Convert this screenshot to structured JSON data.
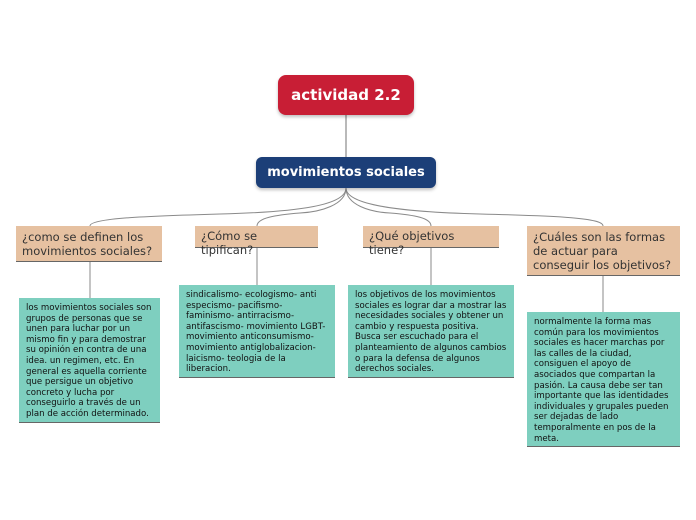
{
  "colors": {
    "root": "#c81e35",
    "main": "#1c3f78",
    "topic": "#e6c1a1",
    "leaf": "#7ecfbf",
    "line": "#8a8a8a"
  },
  "root": {
    "text": "actividad 2.2"
  },
  "main": {
    "text": "movimientos sociales"
  },
  "branches": [
    {
      "topic": "¿como se definen los movimientos sociales?",
      "detail": "los movimientos sociales son grupos de personas que se unen para luchar por un mismo fin y para demostrar su opinión en contra de una idea. un regimen, etc. En general es aquella corriente que persigue un objetivo concreto y lucha por conseguirlo a través de un plan de acción determinado."
    },
    {
      "topic": "¿Cómo se tipifican?",
      "detail": "sindicalismo- ecologismo- anti especismo- pacifismo- faminismo- antirracismo- antifascismo- movimiento LGBT- movimiento anticonsumismo- movimiento antiglobalizacion- laicismo- teologia de la liberacion."
    },
    {
      "topic": "¿Qué objetivos tiene?",
      "detail": "los objetivos de los movimientos sociales es lograr dar a mostrar las necesidades sociales y obtener un cambio y respuesta positiva. Busca ser escuchado para el planteamiento de algunos cambios o para la defensa de algunos derechos sociales."
    },
    {
      "topic": "¿Cuáles son las formas de actuar para conseguir los objetivos?",
      "detail": "normalmente la forma mas común para los movimientos sociales es hacer marchas por las calles de la ciudad, consiguen el apoyo de asociados que compartan la pasión. La causa debe ser tan importante que las identidades individuales y grupales pueden ser dejadas de lado temporalmente en pos de la meta."
    }
  ]
}
